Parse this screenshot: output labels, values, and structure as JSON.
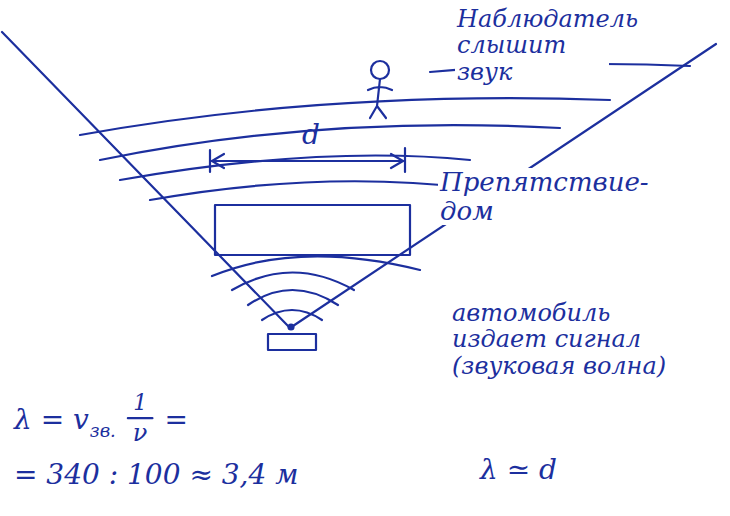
{
  "diagram": {
    "labels": [
      "Наблюдатель слышит звук",
      "d",
      "Препятствие- дом",
      "автомобиль издает сигнал (звуковая волна)",
      "λ = v",
      "зв.",
      "1",
      "ν",
      "=",
      "= 340 : 100 ≈ 3,4 м",
      "λ ≃ d"
    ]
  }
}
